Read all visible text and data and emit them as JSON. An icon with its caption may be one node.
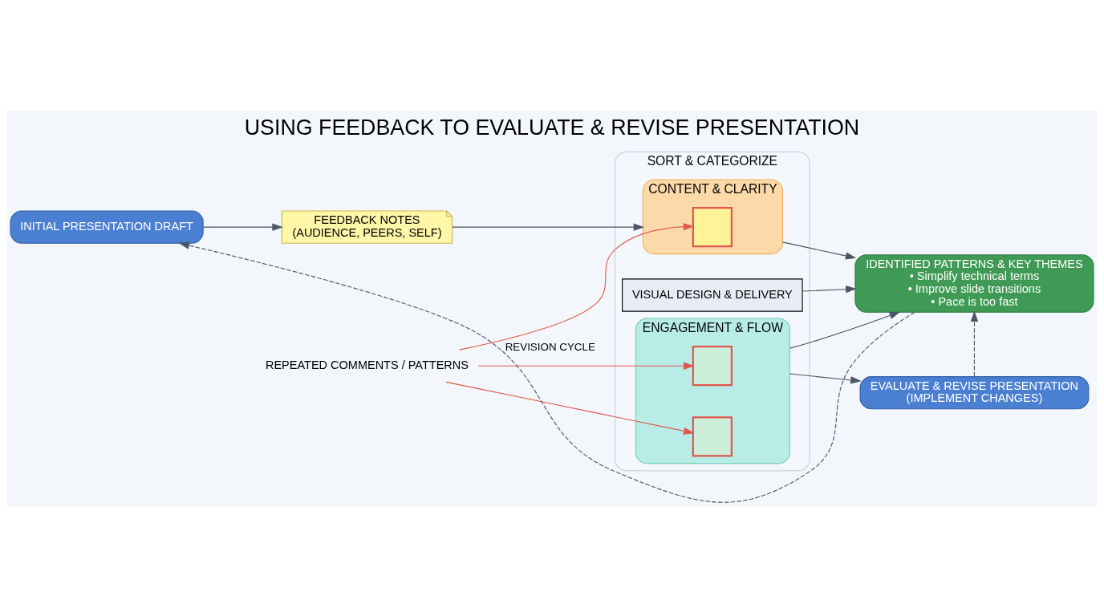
{
  "diagram": {
    "title": "USING FEEDBACK TO EVALUATE & REVISE PRESENTATION",
    "nodes": [
      {
        "text": [
          "INITIAL PRESENTATION DRAFT"
        ]
      },
      {
        "text": [
          "FEEDBACK NOTES",
          "(AUDIENCE, PEERS, SELF)"
        ]
      },
      {
        "text": [
          "SORT & CATEGORIZE"
        ]
      },
      {
        "text": [
          "CONTENT & CLARITY"
        ],
        "in": 2
      },
      {
        "text": [
          "VISUAL DESIGN & DELIVERY"
        ],
        "in": 2
      },
      {
        "text": [
          "ENGAGEMENT & FLOW"
        ],
        "in": 2
      },
      {
        "text": [
          "REPEATED COMMENTS / PATTERNS"
        ]
      },
      {
        "text": [],
        "shape": "box",
        "in": 3
      },
      {
        "text": [],
        "shape": "box",
        "in": 5
      },
      {
        "text": [],
        "shape": "box",
        "in": 5
      },
      {
        "text": [
          "IDENTIFIED PATTERNS & KEY THEMES",
          "• Simplify technical terms",
          "• Improve slide transitions",
          "• Pace is too fast"
        ]
      },
      {
        "text": [
          "EVALUATE & REVISE PRESENTATION",
          "(IMPLEMENT CHANGES)"
        ]
      }
    ],
    "edges": [
      {
        "from": 0,
        "to": 1,
        "arrow": "to"
      },
      {
        "from": 1,
        "to": 3,
        "arrow": "to"
      },
      {
        "from": 6,
        "to": 7,
        "arrow": "to",
        "color": "#e0574c"
      },
      {
        "from": 6,
        "to": 8,
        "arrow": "to",
        "color": "#e0574c"
      },
      {
        "from": 6,
        "to": 9,
        "arrow": "to",
        "color": "#e0574c"
      },
      {
        "from": 3,
        "to": 10,
        "arrow": "to"
      },
      {
        "from": 4,
        "to": 10,
        "arrow": "to"
      },
      {
        "from": 5,
        "to": 10,
        "arrow": "to"
      },
      {
        "from": 5,
        "to": 11,
        "arrow": "to"
      },
      {
        "from": 11,
        "to": 10,
        "arrow": "to",
        "style": "dashed"
      },
      {
        "from": 10,
        "to": 0,
        "arrow": "to",
        "style": "dashed",
        "label": "REVISION CYCLE"
      }
    ]
  }
}
